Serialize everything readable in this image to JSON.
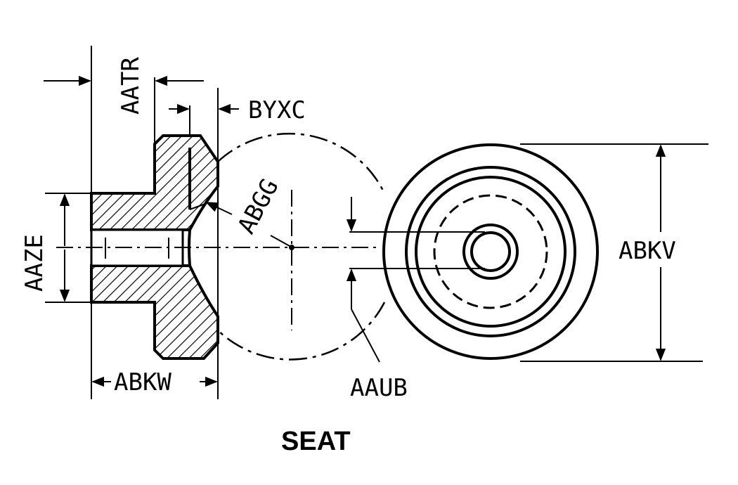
{
  "title": "SEAT",
  "labels": {
    "aatr": "AATR",
    "byxc": "BYXC",
    "abgg": "ABGG",
    "aaze": "AAZE",
    "abkw": "ABKW",
    "aaub": "AAUB",
    "abkv": "ABKV"
  }
}
